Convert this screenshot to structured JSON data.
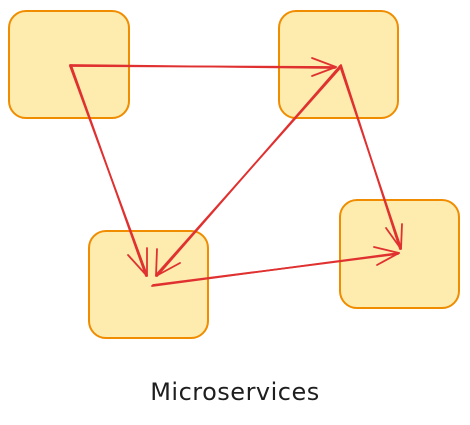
{
  "diagram": {
    "caption": "Microservices",
    "colors": {
      "box_fill": "#FDECAE",
      "box_stroke": "#F08C00",
      "arrow": "#E03131",
      "text": "#1E1E1E"
    },
    "nodes": [
      {
        "id": "service-top-left"
      },
      {
        "id": "service-top-right"
      },
      {
        "id": "service-bottom-left"
      },
      {
        "id": "service-bottom-right"
      }
    ],
    "edges": [
      {
        "from": "service-top-left",
        "to": "service-top-right"
      },
      {
        "from": "service-top-left",
        "to": "service-bottom-left"
      },
      {
        "from": "service-top-right",
        "to": "service-bottom-left"
      },
      {
        "from": "service-top-right",
        "to": "service-bottom-right"
      },
      {
        "from": "service-bottom-left",
        "to": "service-bottom-right"
      }
    ]
  }
}
